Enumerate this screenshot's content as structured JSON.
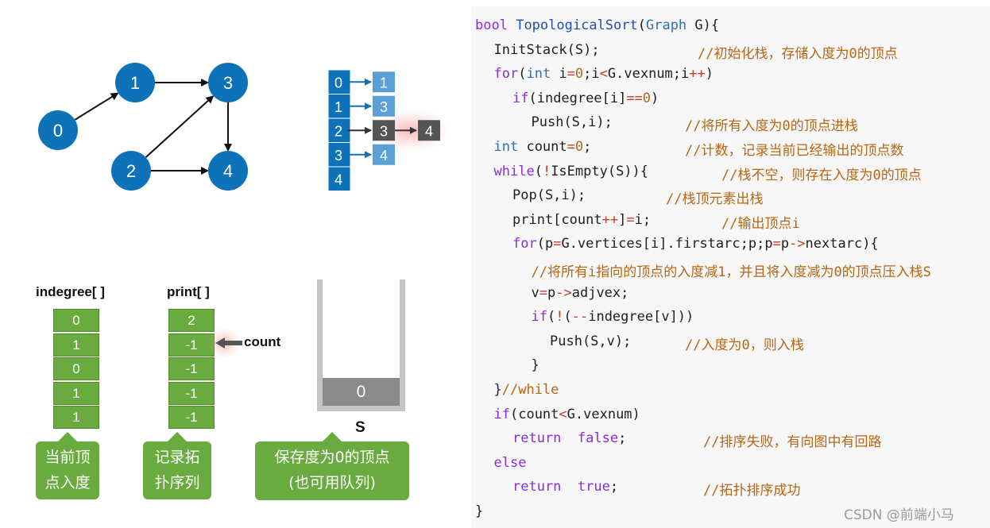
{
  "graph": {
    "nodes": [
      {
        "id": "0",
        "label": "0"
      },
      {
        "id": "1",
        "label": "1"
      },
      {
        "id": "2",
        "label": "2"
      },
      {
        "id": "3",
        "label": "3"
      },
      {
        "id": "4",
        "label": "4"
      }
    ],
    "edges": [
      {
        "from": "0",
        "to": "1"
      },
      {
        "from": "1",
        "to": "3"
      },
      {
        "from": "2",
        "to": "3"
      },
      {
        "from": "2",
        "to": "4"
      },
      {
        "from": "3",
        "to": "4"
      }
    ],
    "colors": {
      "node": "#0e72b8",
      "edge": "#111111"
    }
  },
  "adjacency": {
    "vertices": [
      "0",
      "1",
      "2",
      "3",
      "4"
    ],
    "lists": [
      [
        "1"
      ],
      [
        "3"
      ],
      [
        "3",
        "4"
      ],
      [
        "4"
      ],
      []
    ],
    "highlight": {
      "row": 2,
      "nodes": [
        "3",
        "4"
      ]
    },
    "colors": {
      "vertex": "#0e72b8",
      "list": "#5a9fd6",
      "highlight": "#555555",
      "glow": "#ff9a9a"
    }
  },
  "indegree": {
    "label": "indegree[ ]",
    "values": [
      "0",
      "1",
      "0",
      "1",
      "1"
    ],
    "callout": [
      "当前顶",
      "点入度"
    ]
  },
  "print": {
    "label": "print[ ]",
    "values": [
      "2",
      "-1",
      "-1",
      "-1",
      "-1"
    ],
    "callout": [
      "记录拓",
      "扑序列"
    ],
    "pointer_label": "count",
    "pointer_index": 1
  },
  "stack": {
    "label": "S",
    "items": [
      "0"
    ],
    "callout": [
      "保存度为0的顶点",
      "(也可用队列)"
    ],
    "colors": {
      "wall": "#c4c4c4",
      "item": "#8a8a8a"
    }
  },
  "code": {
    "lines": [
      {
        "indent": 0,
        "text": "bool TopologicalSort(Graph G){"
      },
      {
        "indent": 1,
        "text": "InitStack(S);",
        "comment": "//初始化栈，存储入度为0的顶点"
      },
      {
        "indent": 1,
        "text": "for(int i=0;i<G.vexnum;i++)"
      },
      {
        "indent": 2,
        "text": "if(indegree[i]==0)"
      },
      {
        "indent": 3,
        "text": "Push(S,i);",
        "comment": "//将所有入度为0的顶点进栈"
      },
      {
        "indent": 1,
        "text": "int count=0;",
        "comment": "//计数，记录当前已经输出的顶点数"
      },
      {
        "indent": 1,
        "text": "while(!IsEmpty(S)){",
        "comment": "//栈不空，则存在入度为0的顶点"
      },
      {
        "indent": 2,
        "text": "Pop(S,i);",
        "comment": "//栈顶元素出栈"
      },
      {
        "indent": 2,
        "text": "print[count++]=i;",
        "comment": "//输出顶点i"
      },
      {
        "indent": 2,
        "text": "for(p=G.vertices[i].firstarc;p;p=p->nextarc){"
      },
      {
        "indent": 3,
        "text": "",
        "comment": "//将所有i指向的顶点的入度减1，并且将入度减为0的顶点压入栈S"
      },
      {
        "indent": 3,
        "text": "v=p->adjvex;"
      },
      {
        "indent": 3,
        "text": "if(!(--indegree[v]))"
      },
      {
        "indent": 4,
        "text": "Push(S,v);",
        "comment": "//入度为0，则入栈"
      },
      {
        "indent": 3,
        "text": "}"
      },
      {
        "indent": 1,
        "text": "}//while"
      },
      {
        "indent": 1,
        "text": "if(count<G.vexnum)"
      },
      {
        "indent": 2,
        "text": "return  false;",
        "comment": "//排序失败，有向图中有回路"
      },
      {
        "indent": 1,
        "text": "else"
      },
      {
        "indent": 2,
        "text": "return  true;",
        "comment": "//拓扑排序成功"
      },
      {
        "indent": 0,
        "text": "}"
      }
    ],
    "colors": {
      "keyword": "#8a2be2",
      "type": "#2f6fb5",
      "function": "#1f4fb3",
      "number": "#b0681c",
      "operator": "#c3402f",
      "comment": "#b86512",
      "background": "#f7f7f8"
    }
  },
  "watermark": "CSDN @前端小马"
}
